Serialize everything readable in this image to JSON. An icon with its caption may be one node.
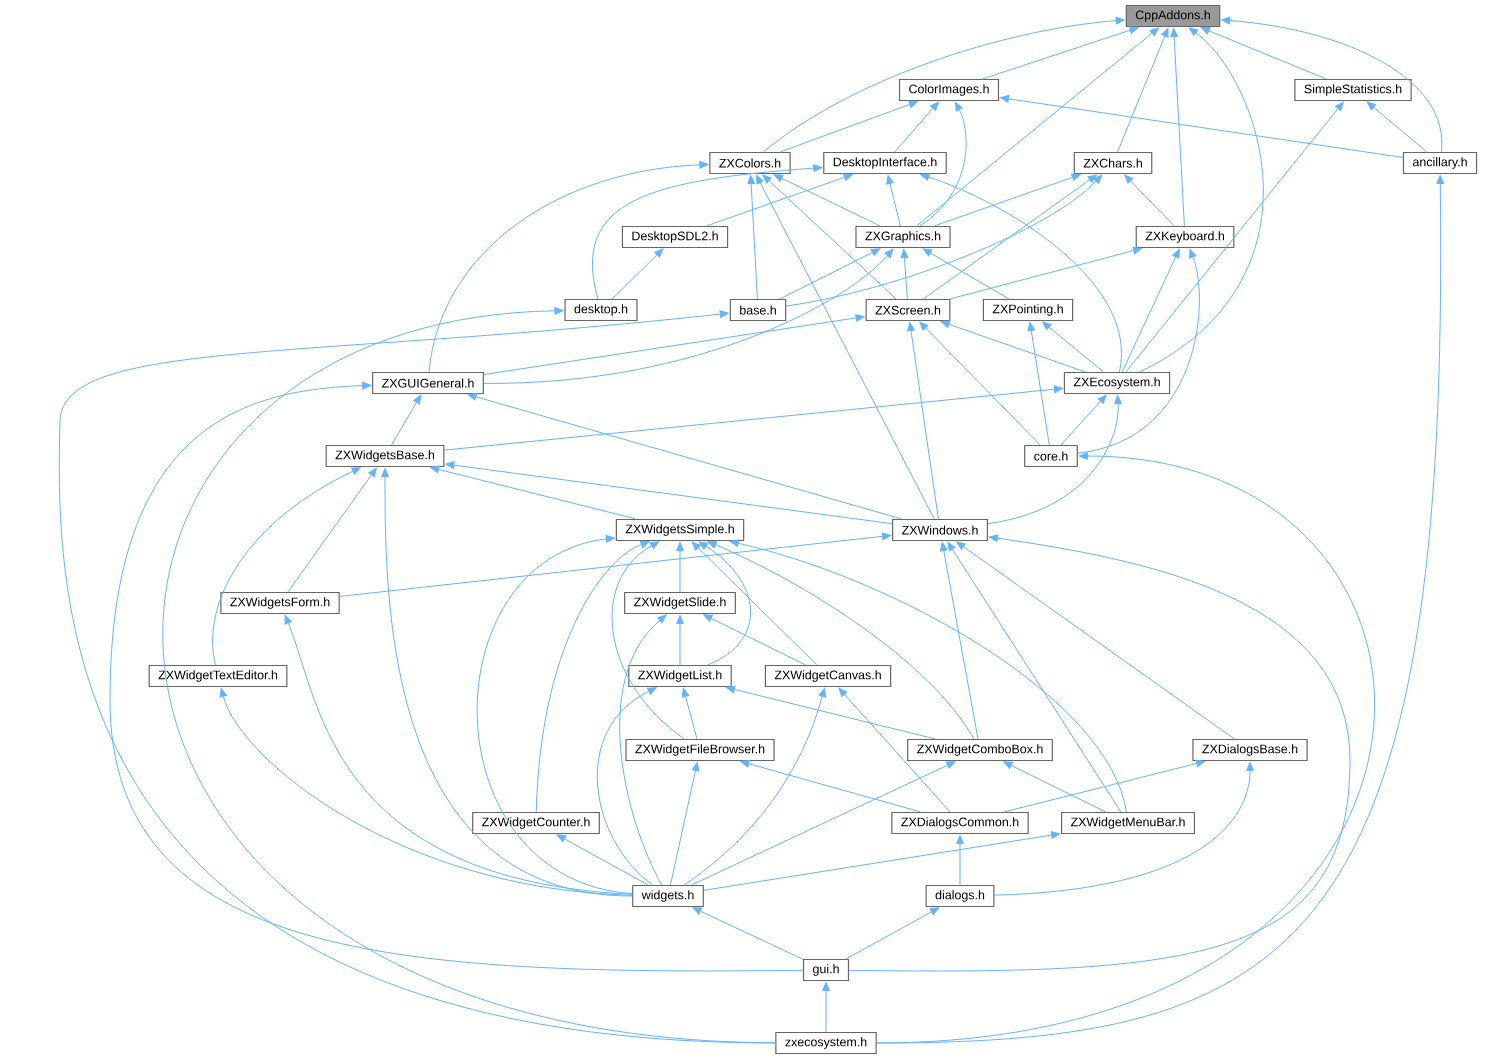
{
  "diagram": {
    "nodes": [
      {
        "text": [
          "CppAddons.h"
        ]
      },
      {
        "text": [
          "ColorImages.h"
        ]
      },
      {
        "text": [
          "SimpleStatistics.h"
        ]
      },
      {
        "text": [
          "ZXColors.h"
        ]
      },
      {
        "text": [
          "DesktopInterface.h"
        ]
      },
      {
        "text": [
          "ZXChars.h"
        ]
      },
      {
        "text": [
          "ancillary.h"
        ]
      },
      {
        "text": [
          "DesktopSDL2.h"
        ]
      },
      {
        "text": [
          "ZXGraphics.h"
        ]
      },
      {
        "text": [
          "ZXKeyboard.h"
        ]
      },
      {
        "text": [
          "desktop.h"
        ]
      },
      {
        "text": [
          "base.h"
        ]
      },
      {
        "text": [
          "ZXScreen.h"
        ]
      },
      {
        "text": [
          "ZXPointing.h"
        ]
      },
      {
        "text": [
          "ZXGUIGeneral.h"
        ]
      },
      {
        "text": [
          "ZXEcosystem.h"
        ]
      },
      {
        "text": [
          "ZXWidgetsBase.h"
        ]
      },
      {
        "text": [
          "core.h"
        ]
      },
      {
        "text": [
          "ZXWindows.h"
        ]
      },
      {
        "text": [
          "ZXWidgetsSimple.h"
        ]
      },
      {
        "text": [
          "ZXWidgetsForm.h"
        ]
      },
      {
        "text": [
          "ZXWidgetSlide.h"
        ]
      },
      {
        "text": [
          "ZXWidgetTextEditor.h"
        ]
      },
      {
        "text": [
          "ZXWidgetList.h"
        ]
      },
      {
        "text": [
          "ZXWidgetCanvas.h"
        ]
      },
      {
        "text": [
          "ZXWidgetFileBrowser.h"
        ]
      },
      {
        "text": [
          "ZXWidgetComboBox.h"
        ]
      },
      {
        "text": [
          "ZXDialogsBase.h"
        ]
      },
      {
        "text": [
          "ZXWidgetCounter.h"
        ]
      },
      {
        "text": [
          "ZXDialogsCommon.h"
        ]
      },
      {
        "text": [
          "ZXWidgetMenuBar.h"
        ]
      },
      {
        "text": [
          "widgets.h"
        ]
      },
      {
        "text": [
          "dialogs.h"
        ]
      },
      {
        "text": [
          "gui.h"
        ]
      },
      {
        "text": [
          "zxecosystem.h"
        ]
      }
    ],
    "edges": [
      {
        "from": 1,
        "to": 0,
        "arrow": "to"
      },
      {
        "from": 3,
        "to": 0,
        "arrow": "to"
      },
      {
        "from": 8,
        "to": 0,
        "arrow": "to"
      },
      {
        "from": 5,
        "to": 0,
        "arrow": "to"
      },
      {
        "from": 9,
        "to": 0,
        "arrow": "to"
      },
      {
        "from": 15,
        "to": 0,
        "arrow": "to"
      },
      {
        "from": 2,
        "to": 0,
        "arrow": "to"
      },
      {
        "from": 6,
        "to": 0,
        "arrow": "to"
      },
      {
        "from": 3,
        "to": 1,
        "arrow": "to"
      },
      {
        "from": 4,
        "to": 1,
        "arrow": "to"
      },
      {
        "from": 8,
        "to": 1,
        "arrow": "to"
      },
      {
        "from": 6,
        "to": 1,
        "arrow": "to"
      },
      {
        "from": 6,
        "to": 2,
        "arrow": "to"
      },
      {
        "from": 15,
        "to": 2,
        "arrow": "to"
      },
      {
        "from": 14,
        "to": 3,
        "arrow": "to"
      },
      {
        "from": 18,
        "to": 3,
        "arrow": "to"
      },
      {
        "from": 11,
        "to": 3,
        "arrow": "to"
      },
      {
        "from": 8,
        "to": 3,
        "arrow": "to"
      },
      {
        "from": 12,
        "to": 3,
        "arrow": "to"
      },
      {
        "from": 7,
        "to": 4,
        "arrow": "to"
      },
      {
        "from": 10,
        "to": 4,
        "arrow": "to"
      },
      {
        "from": 8,
        "to": 4,
        "arrow": "to"
      },
      {
        "from": 15,
        "to": 4,
        "arrow": "to"
      },
      {
        "from": 8,
        "to": 5,
        "arrow": "to"
      },
      {
        "from": 11,
        "to": 5,
        "arrow": "to"
      },
      {
        "from": 12,
        "to": 5,
        "arrow": "to"
      },
      {
        "from": 9,
        "to": 5,
        "arrow": "to"
      },
      {
        "from": 10,
        "to": 7,
        "arrow": "to"
      },
      {
        "from": 11,
        "to": 8,
        "arrow": "to"
      },
      {
        "from": 12,
        "to": 8,
        "arrow": "to"
      },
      {
        "from": 13,
        "to": 8,
        "arrow": "to"
      },
      {
        "from": 14,
        "to": 8,
        "arrow": "to"
      },
      {
        "from": 12,
        "to": 9,
        "arrow": "to"
      },
      {
        "from": 15,
        "to": 9,
        "arrow": "to"
      },
      {
        "from": 17,
        "to": 9,
        "arrow": "to"
      },
      {
        "from": 34,
        "to": 10,
        "arrow": "to"
      },
      {
        "from": 34,
        "to": 11,
        "arrow": "to"
      },
      {
        "from": 14,
        "to": 12,
        "arrow": "to"
      },
      {
        "from": 15,
        "to": 12,
        "arrow": "to"
      },
      {
        "from": 17,
        "to": 12,
        "arrow": "to"
      },
      {
        "from": 18,
        "to": 12,
        "arrow": "to"
      },
      {
        "from": 15,
        "to": 13,
        "arrow": "to"
      },
      {
        "from": 17,
        "to": 13,
        "arrow": "to"
      },
      {
        "from": 16,
        "to": 14,
        "arrow": "to"
      },
      {
        "from": 18,
        "to": 14,
        "arrow": "to"
      },
      {
        "from": 33,
        "to": 14,
        "arrow": "to"
      },
      {
        "from": 16,
        "to": 15,
        "arrow": "to"
      },
      {
        "from": 17,
        "to": 15,
        "arrow": "to"
      },
      {
        "from": 18,
        "to": 15,
        "arrow": "to"
      },
      {
        "from": 18,
        "to": 16,
        "arrow": "to"
      },
      {
        "from": 19,
        "to": 16,
        "arrow": "to"
      },
      {
        "from": 20,
        "to": 16,
        "arrow": "to"
      },
      {
        "from": 22,
        "to": 16,
        "arrow": "to"
      },
      {
        "from": 31,
        "to": 16,
        "arrow": "to"
      },
      {
        "from": 34,
        "to": 17,
        "arrow": "to"
      },
      {
        "from": 20,
        "to": 18,
        "arrow": "to"
      },
      {
        "from": 26,
        "to": 18,
        "arrow": "to"
      },
      {
        "from": 27,
        "to": 18,
        "arrow": "to"
      },
      {
        "from": 30,
        "to": 18,
        "arrow": "to"
      },
      {
        "from": 33,
        "to": 18,
        "arrow": "to"
      },
      {
        "from": 21,
        "to": 19,
        "arrow": "to"
      },
      {
        "from": 23,
        "to": 19,
        "arrow": "to"
      },
      {
        "from": 24,
        "to": 19,
        "arrow": "to"
      },
      {
        "from": 25,
        "to": 19,
        "arrow": "to"
      },
      {
        "from": 26,
        "to": 19,
        "arrow": "to"
      },
      {
        "from": 28,
        "to": 19,
        "arrow": "to"
      },
      {
        "from": 30,
        "to": 19,
        "arrow": "to"
      },
      {
        "from": 31,
        "to": 19,
        "arrow": "to"
      },
      {
        "from": 23,
        "to": 21,
        "arrow": "to"
      },
      {
        "from": 24,
        "to": 21,
        "arrow": "to"
      },
      {
        "from": 31,
        "to": 21,
        "arrow": "to"
      },
      {
        "from": 25,
        "to": 23,
        "arrow": "to"
      },
      {
        "from": 26,
        "to": 23,
        "arrow": "to"
      },
      {
        "from": 31,
        "to": 23,
        "arrow": "to"
      },
      {
        "from": 29,
        "to": 24,
        "arrow": "to"
      },
      {
        "from": 31,
        "to": 24,
        "arrow": "to"
      },
      {
        "from": 29,
        "to": 25,
        "arrow": "to"
      },
      {
        "from": 31,
        "to": 25,
        "arrow": "to"
      },
      {
        "from": 30,
        "to": 26,
        "arrow": "to"
      },
      {
        "from": 31,
        "to": 26,
        "arrow": "to"
      },
      {
        "from": 29,
        "to": 27,
        "arrow": "to"
      },
      {
        "from": 32,
        "to": 27,
        "arrow": "to"
      },
      {
        "from": 31,
        "to": 28,
        "arrow": "to"
      },
      {
        "from": 32,
        "to": 29,
        "arrow": "to"
      },
      {
        "from": 31,
        "to": 30,
        "arrow": "to"
      },
      {
        "from": 31,
        "to": 22,
        "arrow": "to"
      },
      {
        "from": 31,
        "to": 20,
        "arrow": "to"
      },
      {
        "from": 33,
        "to": 31,
        "arrow": "to"
      },
      {
        "from": 33,
        "to": 32,
        "arrow": "to"
      },
      {
        "from": 34,
        "to": 6,
        "arrow": "to"
      },
      {
        "from": 34,
        "to": 33,
        "arrow": "to"
      }
    ]
  }
}
